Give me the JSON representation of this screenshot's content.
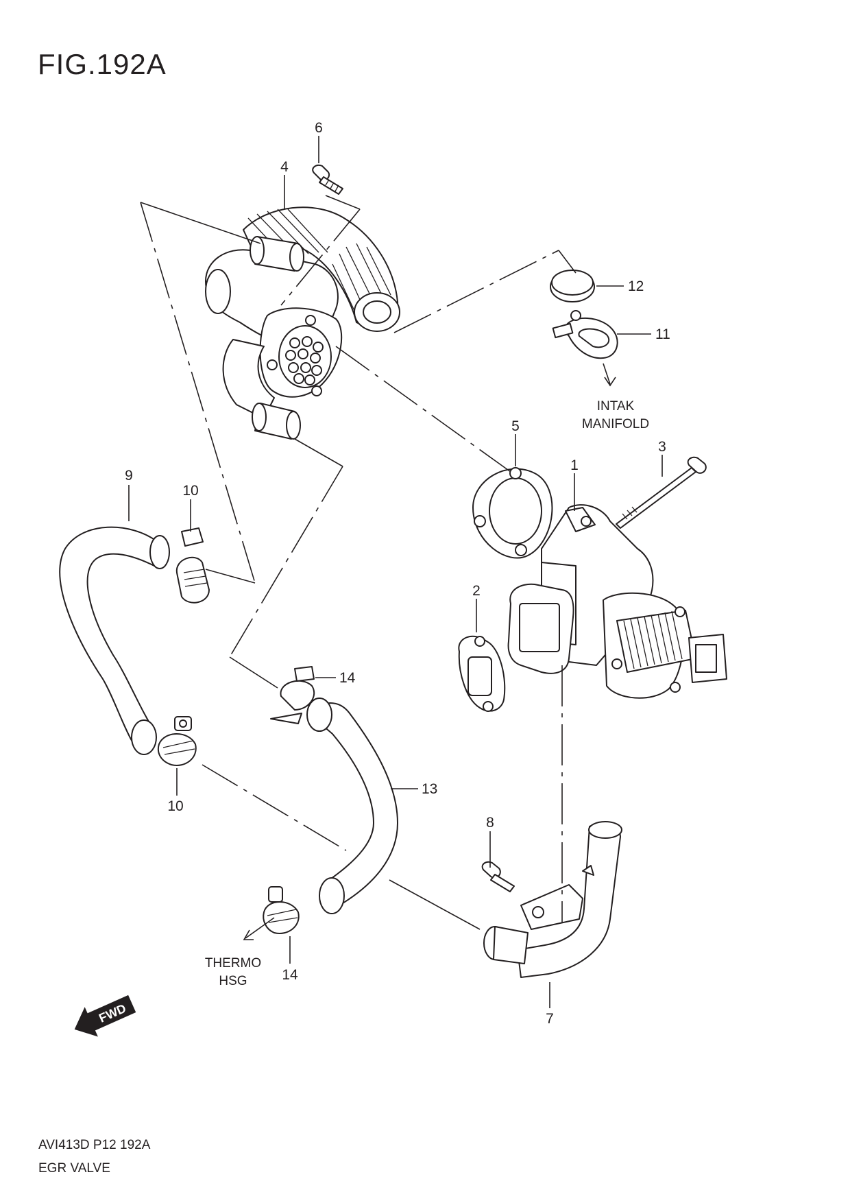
{
  "figure": {
    "title": "FIG.192A"
  },
  "footer": {
    "code": "AVI413D P12 192A",
    "name": "EGR VALVE"
  },
  "callouts": {
    "c1": "1",
    "c2": "2",
    "c3": "3",
    "c4": "4",
    "c5": "5",
    "c6": "6",
    "c7": "7",
    "c8": "8",
    "c9": "9",
    "c10a": "10",
    "c10b": "10",
    "c11": "11",
    "c12": "12",
    "c13": "13",
    "c14a": "14",
    "c14b": "14"
  },
  "notes": {
    "intake_line1": "INTAK",
    "intake_line2": "MANIFOLD",
    "thermo_line1": "THERMO",
    "thermo_line2": "HSG",
    "fwd": "FWD"
  }
}
